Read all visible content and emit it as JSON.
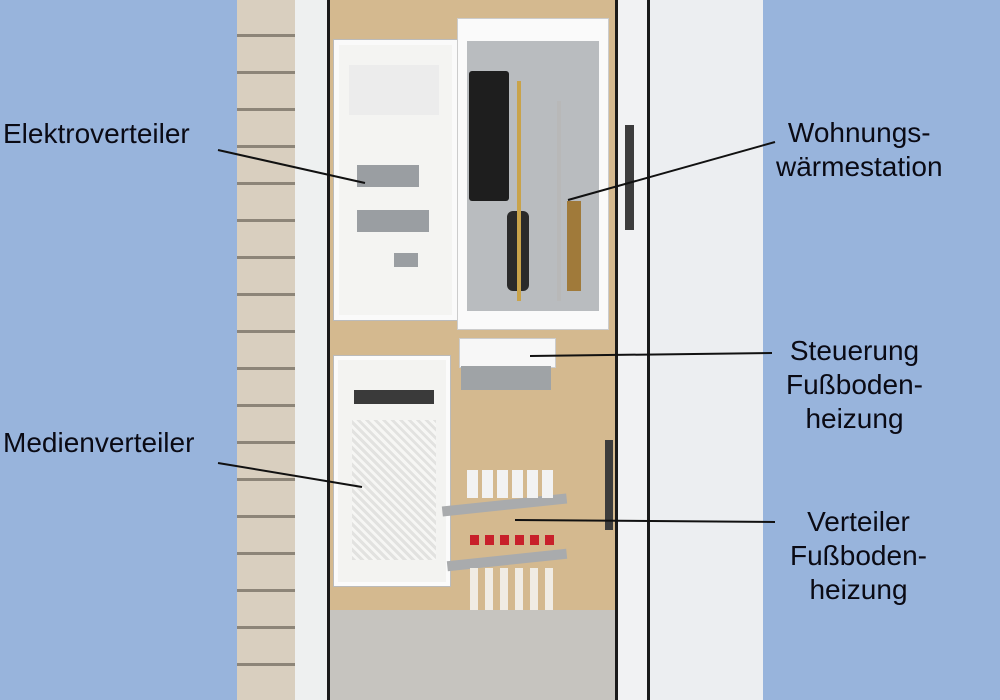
{
  "image": {
    "description": "Annotated photo of a utility niche showing electrical, media and heating installations",
    "background_color": "#98b4dc"
  },
  "labels": [
    {
      "id": "elektroverteiler",
      "lines": [
        "Elektroverteiler"
      ],
      "meaning": "electrical distribution board"
    },
    {
      "id": "wohnungswaermestation",
      "lines": [
        "Wohnungs-",
        "wärmestation"
      ],
      "meaning": "apartment heat station"
    },
    {
      "id": "steuerung",
      "lines": [
        "Steuerung",
        "Fußboden-",
        "heizung"
      ],
      "meaning": "underfloor heating control"
    },
    {
      "id": "medienverteiler",
      "lines": [
        "Medienverteiler"
      ],
      "meaning": "media distribution box"
    },
    {
      "id": "verteiler",
      "lines": [
        "Verteiler",
        "Fußboden-",
        "heizung"
      ],
      "meaning": "underfloor heating manifold"
    }
  ]
}
